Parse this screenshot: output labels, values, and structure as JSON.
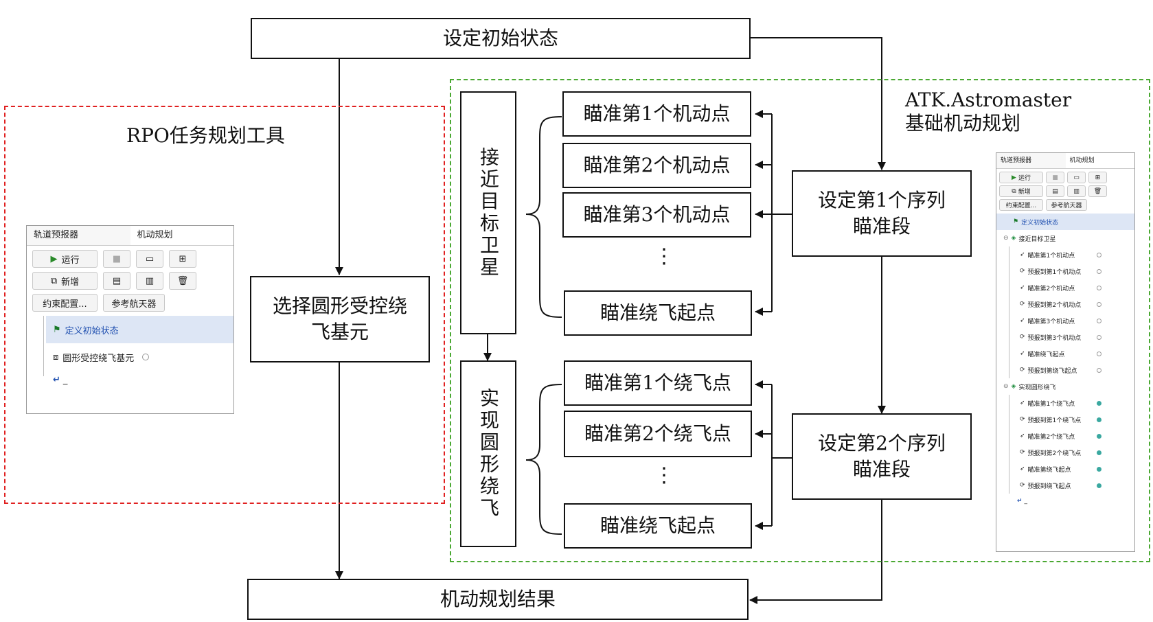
{
  "top_box": "设定初始状态",
  "bottom_box": "机动规划结果",
  "left_group_label": "RPO任务规划工具",
  "select_box": "选择圆形受控绕飞基元",
  "right_group_label": {
    "line1": "ATK.Astromaster",
    "line2": "基础机动规划"
  },
  "approach_vertical": "接近目标卫星",
  "realize_vertical": "实现圆形绕飞",
  "approach_targets": [
    "瞄准第1个机动点",
    "瞄准第2个机动点",
    "瞄准第3个机动点",
    "瞄准绕飞起点"
  ],
  "realize_targets": [
    "瞄准第1个绕飞点",
    "瞄准第2个绕飞点",
    "瞄准绕飞起点"
  ],
  "seq1": "设定第1个序列瞄准段",
  "seq2": "设定第2个序列瞄准段",
  "ellipsis": "⋮",
  "left_panel": {
    "header_left": "轨道预报器",
    "header_right": "机动规划",
    "run": "运行",
    "add": "新增",
    "constraint": "约束配置...",
    "ref_spacecraft": "参考航天器",
    "tree": [
      "定义初始状态",
      "圆形受控绕飞基元"
    ],
    "end_mark": "_"
  },
  "right_panel": {
    "header_left": "轨道预报器",
    "header_right": "机动规划",
    "run": "运行",
    "add": "新增",
    "constraint": "约束配置...",
    "ref_spacecraft": "参考航天器",
    "init": "定义初始状态",
    "group1": "接近目标卫星",
    "group1_items": [
      "瞄准第1个机动点",
      "预报到第1个机动点",
      "瞄准第2个机动点",
      "预报到第2个机动点",
      "瞄准第3个机动点",
      "预报到第3个机动点",
      "瞄准绕飞起点",
      "预报到第绕飞起点"
    ],
    "group2": "实现圆形绕飞",
    "group2_items": [
      "瞄准第1个绕飞点",
      "预报到第1个绕飞点",
      "瞄准第2个绕飞点",
      "预报到第2个绕飞点",
      "瞄准第绕飞起点",
      "预报到绕飞起点"
    ],
    "end_mark": "_"
  },
  "colors": {
    "red_dash": "#e02020",
    "green_dash": "#4aa832",
    "highlight": "#dde6f5",
    "link_blue": "#2050b0"
  }
}
